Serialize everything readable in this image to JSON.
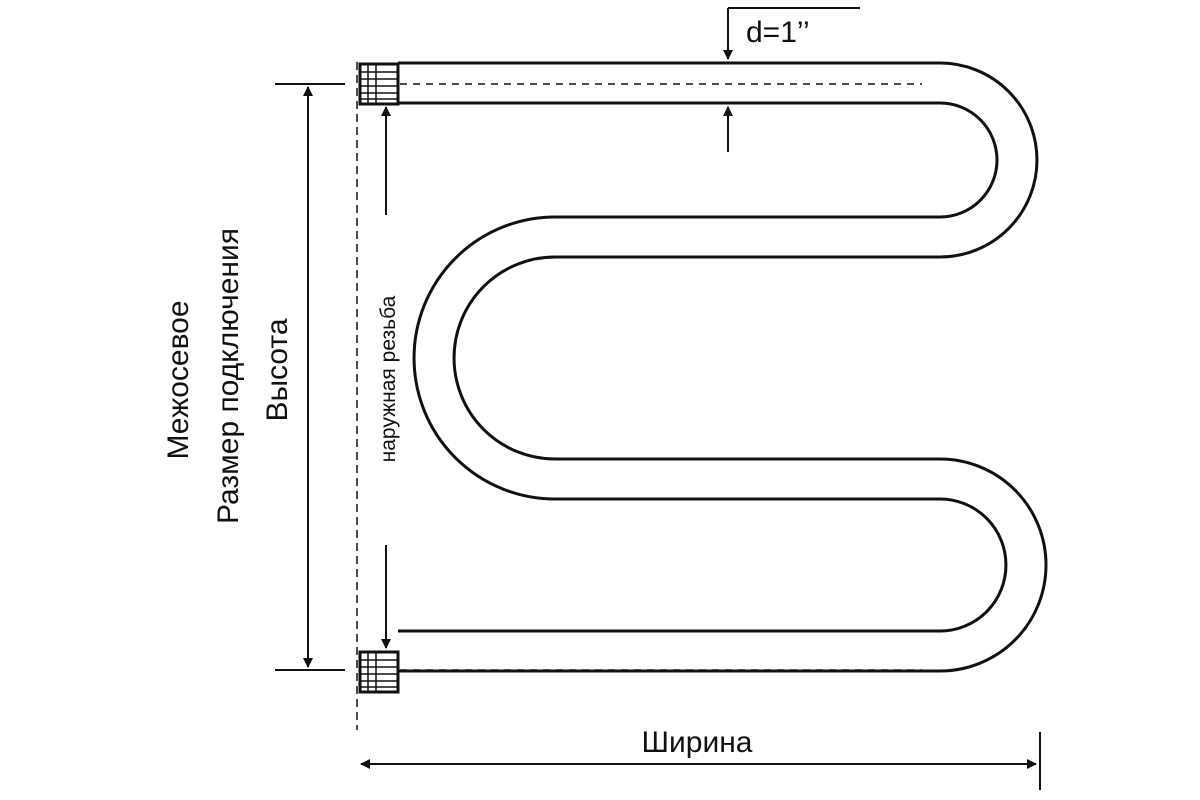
{
  "labels": {
    "diameter": "d=1’’",
    "thread": "наружная резьба",
    "side_line1": "Межосевое",
    "side_line2": "Размер подключения",
    "side_line3": "Высота",
    "width": "Ширина"
  }
}
